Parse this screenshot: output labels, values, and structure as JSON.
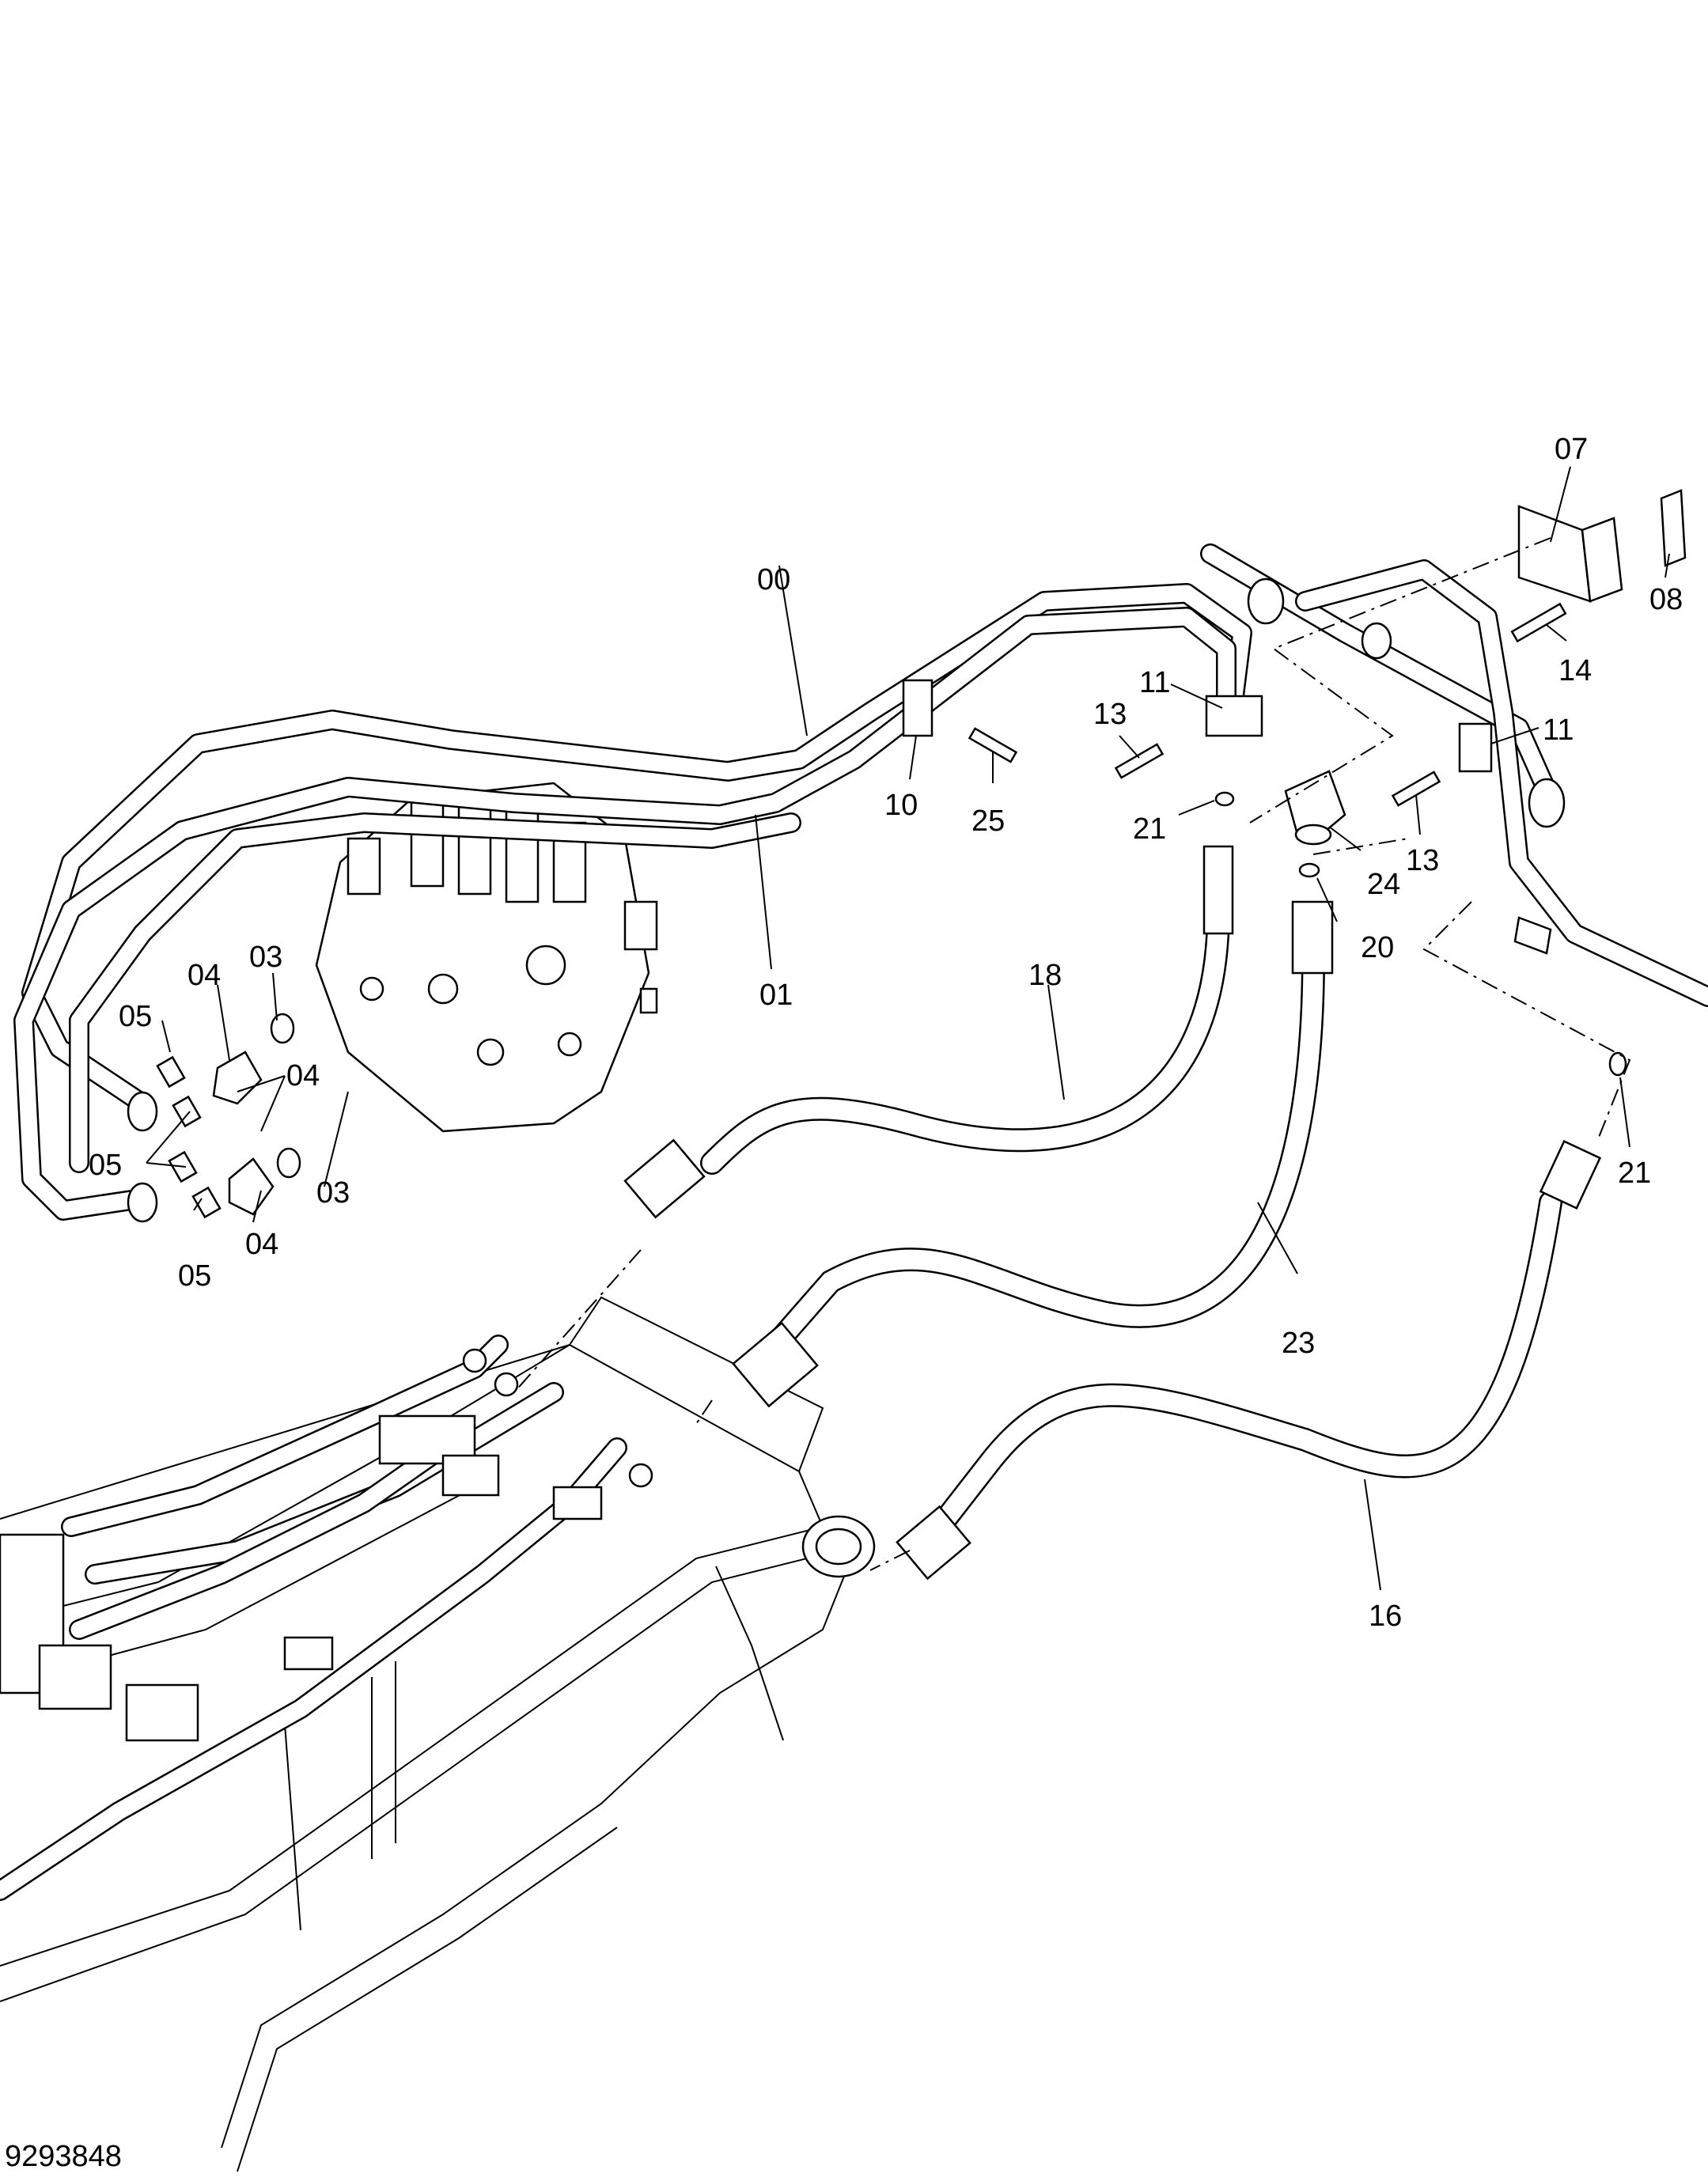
{
  "diagram_number": "9293848",
  "callouts": {
    "c00": "00",
    "c01": "01",
    "c03a": "03",
    "c03b": "03",
    "c04a": "04",
    "c04b": "04",
    "c04c": "04",
    "c05a": "05",
    "c05b": "05",
    "c05c": "05",
    "c07": "07",
    "c08": "08",
    "c10": "10",
    "c11a": "11",
    "c11b": "11",
    "c13a": "13",
    "c13b": "13",
    "c14": "14",
    "c16": "16",
    "c18": "18",
    "c20": "20",
    "c21a": "21",
    "c21b": "21",
    "c23": "23",
    "c24": "24",
    "c25": "25"
  }
}
